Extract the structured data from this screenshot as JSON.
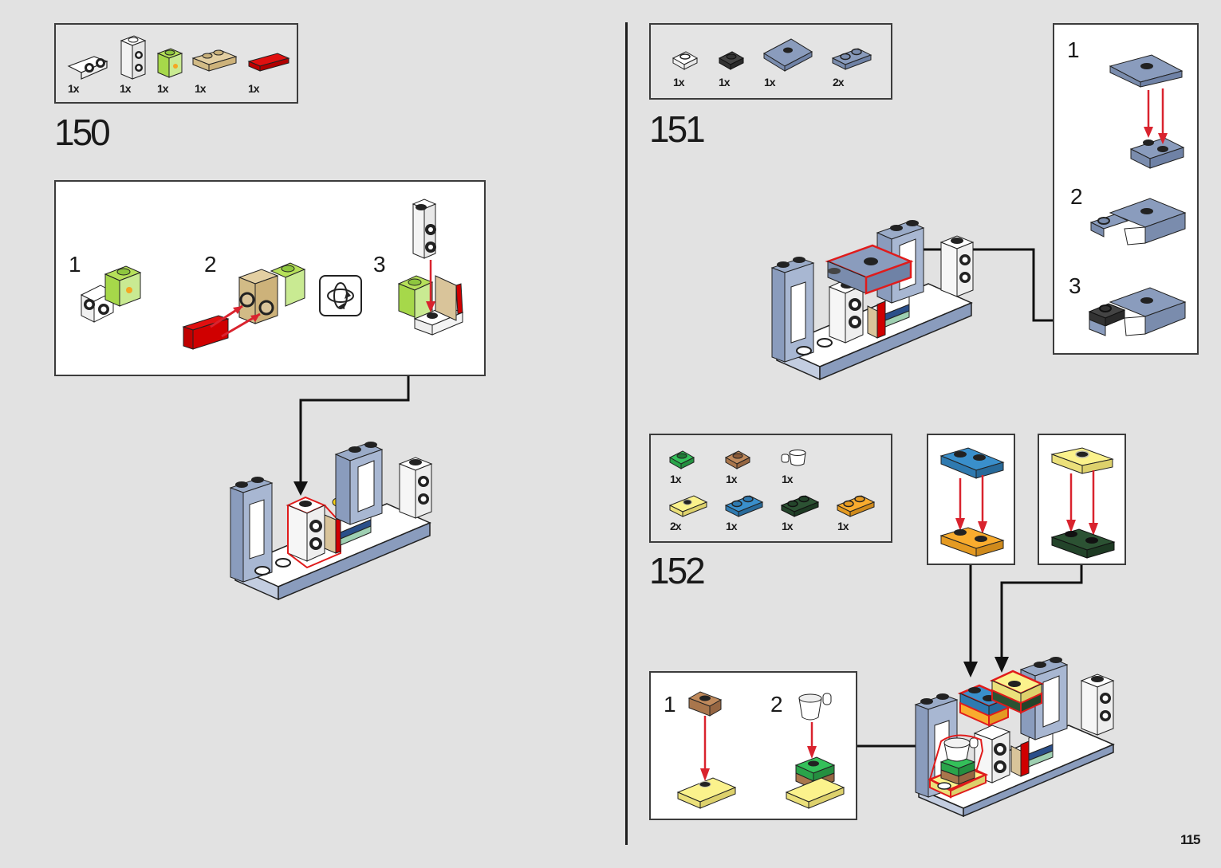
{
  "page": {
    "number": "115",
    "background": "#e2e2e2"
  },
  "steps": [
    {
      "number": "150",
      "parts": [
        {
          "name": "white-bracket-1x2-down-2x2",
          "qty": "1x",
          "color": "#ffffff"
        },
        {
          "name": "white-brick-1x1-studs-on-side",
          "qty": "1x",
          "color": "#ffffff"
        },
        {
          "name": "lime-printed-brick-1x1",
          "qty": "1x",
          "color": "#a6d84a"
        },
        {
          "name": "tan-plate-1x2-with-rail",
          "qty": "1x",
          "color": "#d9c49a"
        },
        {
          "name": "red-tile-1x2",
          "qty": "1x",
          "color": "#d40000"
        }
      ],
      "substeps": [
        {
          "number": "1"
        },
        {
          "number": "2"
        },
        {
          "number": "3"
        }
      ],
      "rotate_icon": "rotate-model-icon"
    },
    {
      "number": "151",
      "parts": [
        {
          "name": "white-plate-1x1",
          "qty": "1x",
          "color": "#ffffff"
        },
        {
          "name": "black-plate-1x1",
          "qty": "1x",
          "color": "#333333"
        },
        {
          "name": "sand-blue-jumper-plate-2x2",
          "qty": "1x",
          "color": "#8a9cbd"
        },
        {
          "name": "sand-blue-plate-1x2",
          "qty": "2x",
          "color": "#8a9cbd"
        }
      ],
      "substeps": [
        {
          "number": "1"
        },
        {
          "number": "2"
        },
        {
          "number": "3"
        }
      ]
    },
    {
      "number": "152",
      "parts": [
        {
          "name": "green-plate-1x1",
          "qty": "1x",
          "color": "#2db34a"
        },
        {
          "name": "medium-nougat-plate-1x1",
          "qty": "1x",
          "color": "#b67b4f"
        },
        {
          "name": "white-cup",
          "qty": "1x",
          "color": "#ffffff"
        },
        {
          "name": "bright-light-yellow-jumper-plate-1x2",
          "qty": "2x",
          "color": "#fbf28c"
        },
        {
          "name": "blue-plate-1x2",
          "qty": "1x",
          "color": "#3a8fcb"
        },
        {
          "name": "dark-green-plate-1x2",
          "qty": "1x",
          "color": "#2c5233"
        },
        {
          "name": "orange-plate-1x2",
          "qty": "1x",
          "color": "#f9ac2e"
        }
      ],
      "substeps": [
        {
          "number": "1"
        },
        {
          "number": "2"
        }
      ]
    }
  ],
  "colors": {
    "sand_blue": "#8a9cbd",
    "highlight_red": "#e01b1b",
    "arrow_red": "#d9232e",
    "outline": "#1a1a1a"
  }
}
